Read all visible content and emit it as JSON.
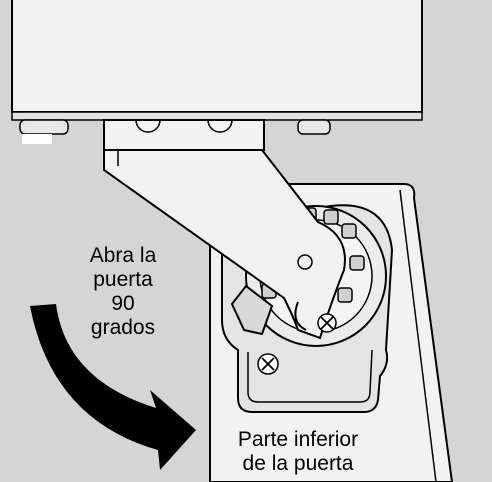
{
  "labels": {
    "open_door": [
      "Abra la",
      "puerta",
      "90",
      "grados"
    ],
    "door_bottom": [
      "Parte inferior",
      "de la puerta"
    ]
  },
  "colors": {
    "background": "#d5d5d5",
    "panel": "#f2f2f2",
    "outline": "#000000",
    "arrow": "#000000"
  },
  "icons": [
    "hinge-bracket",
    "screw-icon",
    "curved-arrow"
  ]
}
